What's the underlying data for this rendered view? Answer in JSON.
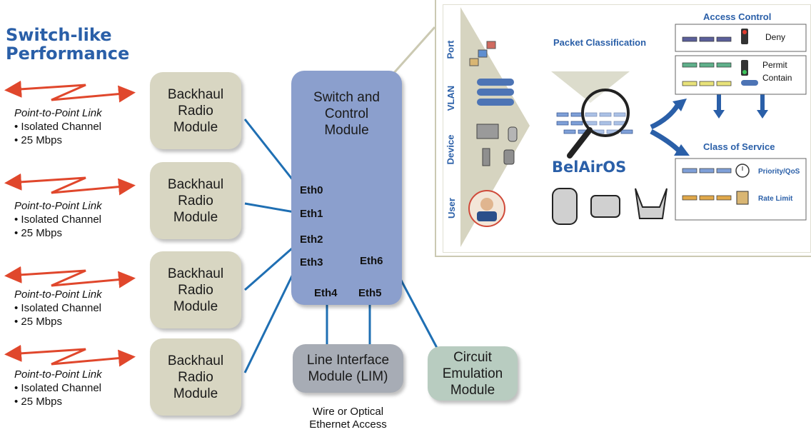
{
  "title_line1": "Switch-like",
  "title_line2": "Performance",
  "links": [
    {
      "title": "Point-to-Point Link",
      "bullet1": "• Isolated Channel",
      "bullet2": "• 25 Mbps"
    },
    {
      "title": "Point-to-Point Link",
      "bullet1": "• Isolated Channel",
      "bullet2": "• 25 Mbps"
    },
    {
      "title": "Point-to-Point Link",
      "bullet1": "• Isolated Channel",
      "bullet2": "• 25 Mbps"
    },
    {
      "title": "Point-to-Point Link",
      "bullet1": "• Isolated Channel",
      "bullet2": "• 25 Mbps"
    }
  ],
  "radio_module": {
    "line1": "Backhaul",
    "line2": "Radio",
    "line3": "Module"
  },
  "switch_module": {
    "line1": "Switch and",
    "line2": "Control",
    "line3": "Module"
  },
  "ports": {
    "eth0": "Eth0",
    "eth1": "Eth1",
    "eth2": "Eth2",
    "eth3": "Eth3",
    "eth4": "Eth4",
    "eth5": "Eth5",
    "eth6": "Eth6"
  },
  "lim": {
    "line1": "Line Interface",
    "line2": "Module (LIM)"
  },
  "lim_caption": {
    "line1": "Wire or Optical",
    "line2": "Ethernet Access"
  },
  "circuit": {
    "line1": "Circuit",
    "line2": "Emulation",
    "line3": "Module"
  },
  "panel": {
    "side_labels": {
      "port": "Port",
      "vlan": "VLAN",
      "device": "Device",
      "user": "User"
    },
    "packet_classification": "Packet Classification",
    "belairos": "BelAirOS",
    "access_control": "Access Control",
    "deny": "Deny",
    "permit": "Permit",
    "contain": "Contain",
    "class_of_service": "Class of Service",
    "priority": "Priority/QoS",
    "rate_limit": "Rate Limit"
  },
  "colors": {
    "title_blue": "#2a5fa8",
    "radio_bg": "#d8d6c2",
    "switch_bg": "#8b9fcd",
    "lim_bg": "#a7acb5",
    "circuit_bg": "#b8ccc0",
    "link_line": "#1f6fb3",
    "zigzag": "#e0472c"
  }
}
